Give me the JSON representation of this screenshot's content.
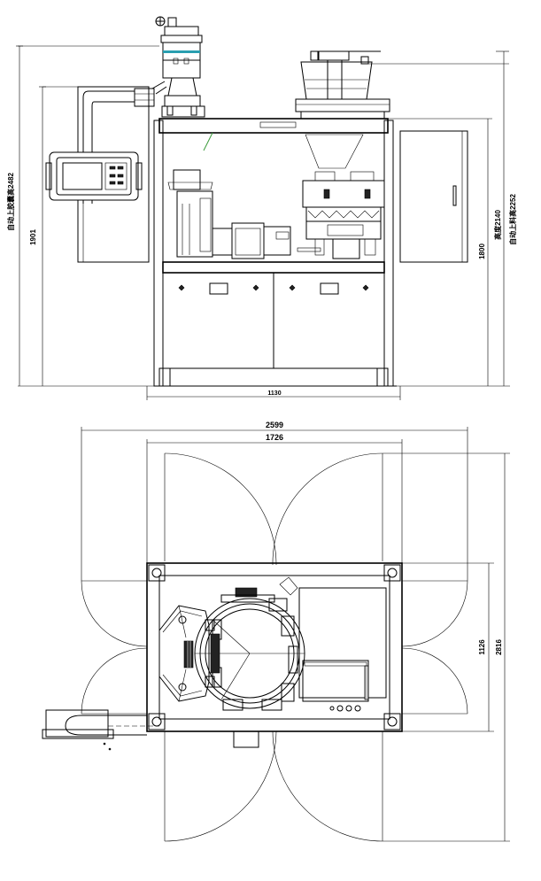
{
  "front_view": {
    "dim_width": "1130",
    "dim_machine_height": "1800",
    "dim_panel_height": "1901",
    "label_height_2140": "高度2140",
    "label_auto_feed_2252": "自动上料高2252",
    "label_auto_vacuum_2482": "自动上胶囊高2482"
  },
  "top_view": {
    "dim_overall_width": "2599",
    "dim_door_span": "1726",
    "dim_base_depth": "1126",
    "dim_overall_depth": "2816"
  },
  "colors": {
    "line": "#000000",
    "accent_cyan": "#2a9fb0",
    "accent_green": "#3a9a3a"
  }
}
